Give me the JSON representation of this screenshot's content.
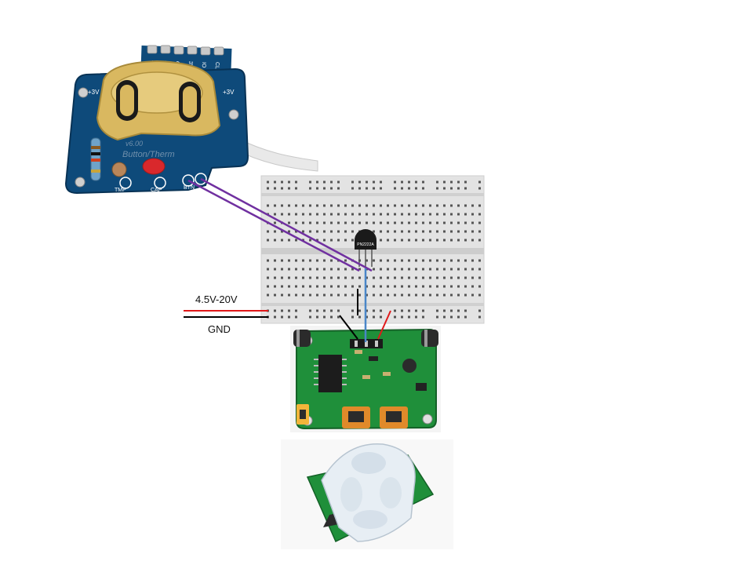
{
  "labels": {
    "supply": "4.5V-20V",
    "ground": "GND"
  },
  "board": {
    "version": "v6.00",
    "name": "Button/Therm",
    "silk_plus": "+3V",
    "pin_labels": [
      "TX",
      "RX",
      "GND",
      "3V",
      "IO",
      "CLK"
    ],
    "pad_labels": [
      "TMP",
      "CAP",
      "BTN"
    ]
  },
  "transistor": {
    "part": "PN2222A"
  },
  "colors": {
    "wire_signal": "#7030a0",
    "wire_supply": "#e0191a",
    "wire_ground": "#000000",
    "wire_data": "#4a86c8",
    "pcb_blue": "#0e4a7a",
    "pcb_green": "#1f8f3a",
    "breadboard": "#e3e3e3",
    "gold": "#d9b860"
  },
  "icons": {
    "battery_holder": "coin-cell-holder",
    "transistor": "to92-transistor",
    "pir_lens": "fresnel-dome-lens"
  }
}
